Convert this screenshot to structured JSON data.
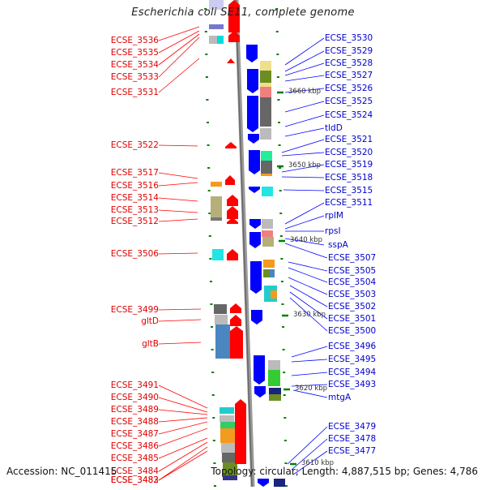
{
  "title": "Escherichia coli SE11, complete genome",
  "footer": {
    "accession": "Accession: NC_011415",
    "summary": "Topology: circular; Length: 4,887,515 bp; Genes: 4,786"
  },
  "colors": {
    "forward_strand": "#ff0000",
    "reverse_strand": "#0000ff",
    "left_label": "#e00000",
    "right_label": "#0000cc",
    "backbone": "#888888",
    "tick": "#008000"
  },
  "scale_labels": [
    "3660 kbp",
    "3650 kbp",
    "3640 kbp",
    "3630 kbp",
    "3620 kbp",
    "3610 kbp"
  ],
  "left_labels": [
    "ECSE_3536",
    "ECSE_3535",
    "ECSE_3534",
    "ECSE_3533",
    "ECSE_3531",
    "ECSE_3522",
    "ECSE_3517",
    "ECSE_3516",
    "ECSE_3514",
    "ECSE_3513",
    "ECSE_3512",
    "ECSE_3506",
    "ECSE_3499",
    "gltD",
    "gltB",
    "ECSE_3491",
    "ECSE_3490",
    "ECSE_3489",
    "ECSE_3488",
    "ECSE_3487",
    "ECSE_3486",
    "ECSE_3485",
    "ECSE_3484",
    "ECSE_3483",
    "ECSE_3482"
  ],
  "right_labels": [
    "ECSE_3530",
    "ECSE_3529",
    "ECSE_3528",
    "ECSE_3527",
    "ECSE_3526",
    "ECSE_3525",
    "ECSE_3524",
    "tldD",
    "ECSE_3521",
    "ECSE_3520",
    "ECSE_3519",
    "ECSE_3518",
    "ECSE_3515",
    "ECSE_3511",
    "rplM",
    "rpsI",
    "sspA",
    "ECSE_3507",
    "ECSE_3505",
    "ECSE_3504",
    "ECSE_3503",
    "ECSE_3502",
    "ECSE_3501",
    "ECSE_3500",
    "ECSE_3496",
    "ECSE_3495",
    "ECSE_3494",
    "ECSE_3493",
    "mtgA",
    "ECSE_3479",
    "ECSE_3478",
    "ECSE_3477"
  ]
}
